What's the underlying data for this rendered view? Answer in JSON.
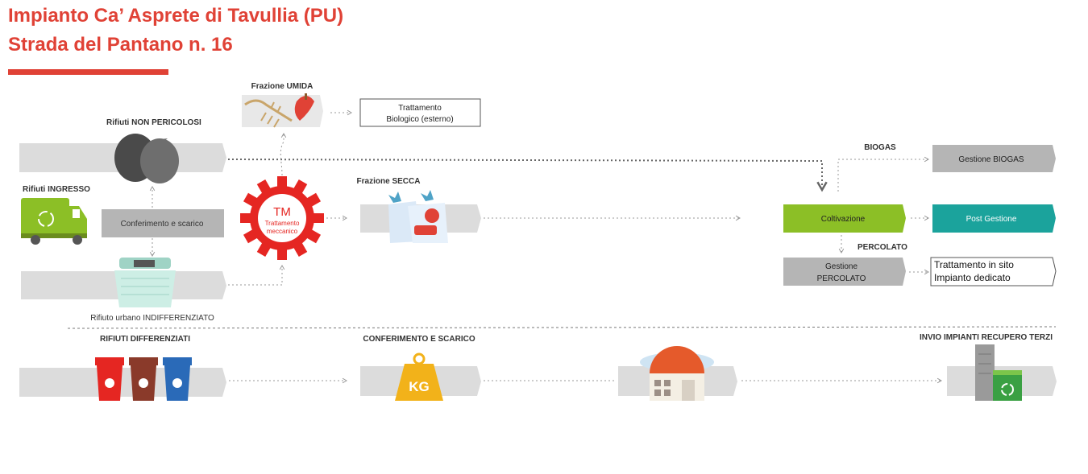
{
  "header": {
    "title_line1": "Impianto Ca’ Asprete di Tavullia (PU)",
    "title_line2": "Strada del Pantano n. 16"
  },
  "colors": {
    "accent_red": "#e04236",
    "arrow_gray": "#dcdcdc",
    "label_gray": "#b5b5b5",
    "green": "#8cbf26",
    "teal": "#1ba39c",
    "text": "#333333"
  },
  "labels": {
    "rifiuti_ingresso": "Rifiuti INGRESSO",
    "rifiuti_non_pericolosi": "Rifiuti NON PERICOLOSI",
    "conferimento_scarico": "Conferimento e scarico",
    "rifiuto_indifferenziato": "Rifiuto urbano INDIFFERENZIATO",
    "frazione_umida": "Frazione UMIDA",
    "trattamento_biologico_1": "Trattamento",
    "trattamento_biologico_2": "Biologico (esterno)",
    "tm": "TM",
    "tm_sub_1": "Trattamento",
    "tm_sub_2": "meccanico",
    "frazione_secca": "Frazione SECCA",
    "biogas": "BIOGAS",
    "gestione_biogas": "Gestione BIOGAS",
    "coltivazione": "Coltivazione",
    "post_gestione": "Post Gestione",
    "percolato": "PERCOLATO",
    "gestione_percolato_1": "Gestione",
    "gestione_percolato_2": "PERCOLATO",
    "trattamento_sito_1": "Trattamento in sito",
    "trattamento_sito_2": "Impianto dedicato",
    "rifiuti_differenziati": "RIFIUTI DIFFERENZIATI",
    "conferimento_scarico_caps": "CONFERIMENTO E SCARICO",
    "invio_impianti": "INVIO IMPIANTI RECUPERO TERZI",
    "kg": "KG"
  },
  "icons": [
    "garbage-truck-icon",
    "recycle-icon",
    "trash-bags-icon",
    "dumpster-icon",
    "fish-bone-icon",
    "apple-core-icon",
    "gear-icon",
    "dry-waste-bags-icon",
    "colored-bins-icon",
    "weight-icon",
    "facility-building-icon",
    "recycling-plant-icon"
  ]
}
